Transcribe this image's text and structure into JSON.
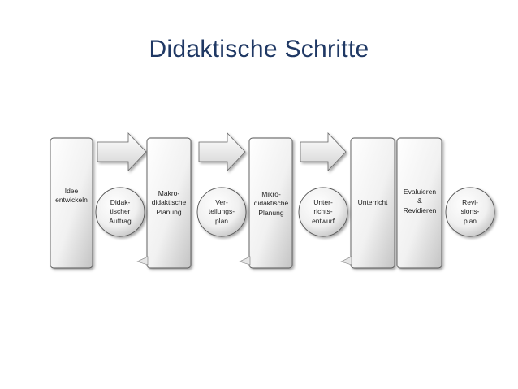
{
  "title": "Didaktische Schritte",
  "steps": [
    {
      "id": "idee",
      "label": "Idee\nentwickeln"
    },
    {
      "id": "auftrag",
      "label": "Didak-\ntischer\nAuftrag"
    },
    {
      "id": "makro",
      "label": "Makro-\ndidaktische\nPlanung"
    },
    {
      "id": "verteilungsplan",
      "label": "Ver-\nteilungs-\nplan"
    },
    {
      "id": "mikro",
      "label": "Mikro-\ndidaktische\nPlanung"
    },
    {
      "id": "unterrichtsentwurf",
      "label": "Unter-\nrichts-\nentwurf"
    },
    {
      "id": "unterricht",
      "label": "Unterricht"
    },
    {
      "id": "evaluieren",
      "label": "Evaluieren\n&\nRevidieren"
    },
    {
      "id": "revisionsplan",
      "label": "Revi-\nsions-\nplan"
    }
  ],
  "colors": {
    "title": "#1f3864",
    "stroke": "#555555",
    "fill_top": "#ffffff",
    "fill_bottom": "#c9c9c9"
  }
}
